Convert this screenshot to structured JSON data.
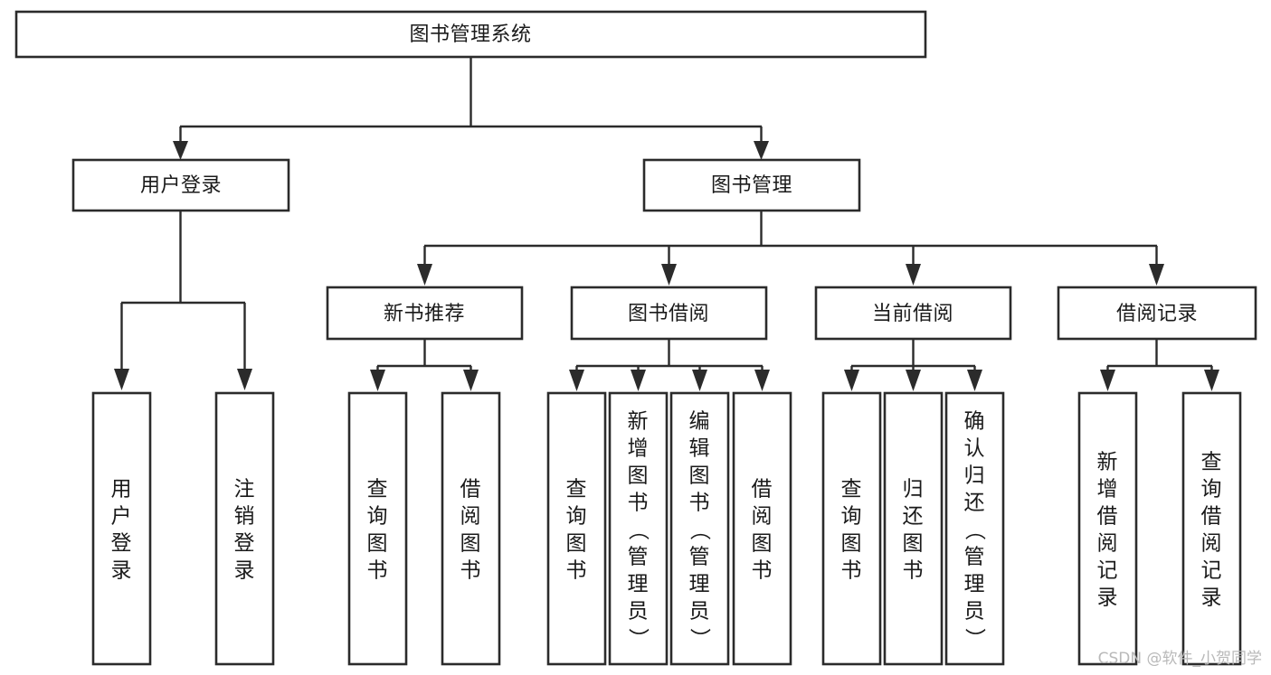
{
  "diagram": {
    "title": "图书管理系统",
    "type": "tree-hierarchy-diagram",
    "colors": {
      "background": "#ffffff",
      "box_fill": "#ffffff",
      "box_stroke": "#2b2b2b",
      "connector": "#2b2b2b",
      "text": "#1a1a1a",
      "watermark": "#b9b9b9"
    },
    "root": {
      "label": "图书管理系统"
    },
    "level2": [
      {
        "label": "用户登录"
      },
      {
        "label": "图书管理"
      }
    ],
    "level3": [
      {
        "label": "新书推荐"
      },
      {
        "label": "图书借阅"
      },
      {
        "label": "当前借阅"
      },
      {
        "label": "借阅记录"
      }
    ],
    "leaves": {
      "user_login": [
        {
          "label": "用户登录"
        },
        {
          "label": "注销登录"
        }
      ],
      "new_book_recommend": [
        {
          "label": "查询图书"
        },
        {
          "label": "借阅图书"
        }
      ],
      "book_borrow": [
        {
          "label": "查询图书"
        },
        {
          "label": "新增图书（管理员）"
        },
        {
          "label": "编辑图书（管理员）"
        },
        {
          "label": "借阅图书"
        }
      ],
      "current_borrow": [
        {
          "label": "查询图书"
        },
        {
          "label": "归还图书"
        },
        {
          "label": "确认归还（管理员）"
        }
      ],
      "borrow_record": [
        {
          "label": "新增借阅记录"
        },
        {
          "label": "查询借阅记录"
        }
      ]
    }
  },
  "watermark": {
    "text": "CSDN @软件_小贺同学"
  }
}
